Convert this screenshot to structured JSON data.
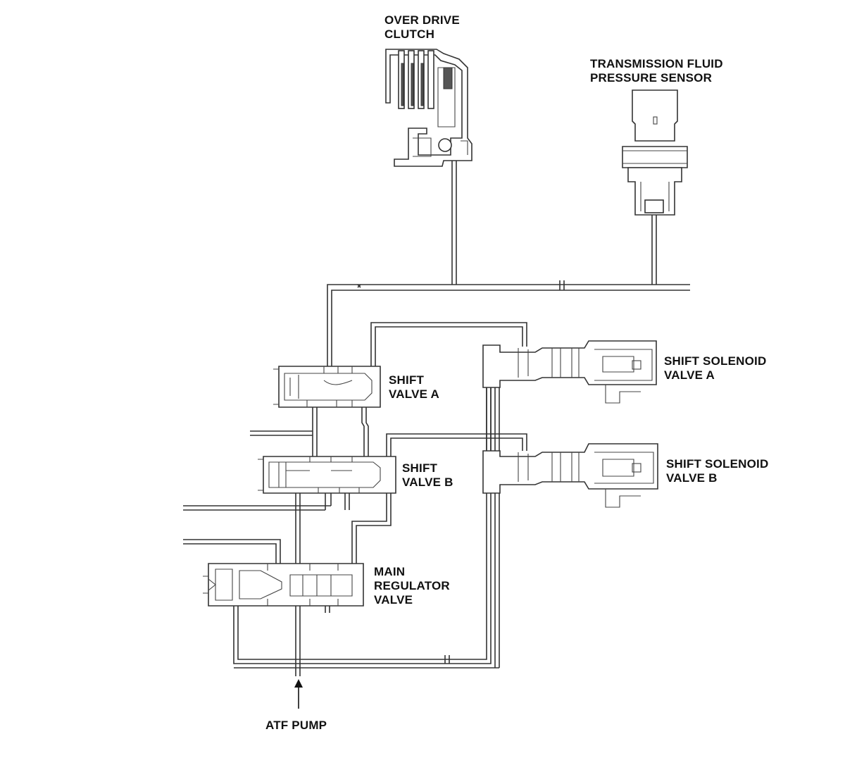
{
  "labels": {
    "overdrive_clutch": "OVER DRIVE\nCLUTCH",
    "pressure_sensor": "TRANSMISSION FLUID\nPRESSURE SENSOR",
    "shift_valve_a": "SHIFT\nVALVE A",
    "shift_valve_b": "SHIFT\nVALVE B",
    "solenoid_a": "SHIFT SOLENOID\nVALVE A",
    "solenoid_b": "SHIFT SOLENOID\nVALVE B",
    "main_regulator": "MAIN\nREGULATOR\nVALVE",
    "atf_pump": "ATF PUMP"
  }
}
